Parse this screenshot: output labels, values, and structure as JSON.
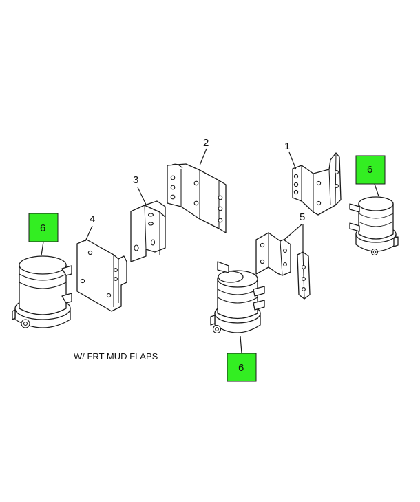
{
  "callouts": {
    "part_1": "1",
    "part_2": "2",
    "part_3": "3",
    "part_4": "4",
    "part_5": "5",
    "part_6_left": "6",
    "part_6_center": "6",
    "part_6_right": "6"
  },
  "note": "W/  FRT MUD FLAPS",
  "colors": {
    "highlight": "#33ee22",
    "line": "#1a1a1a",
    "background": "#ffffff"
  }
}
